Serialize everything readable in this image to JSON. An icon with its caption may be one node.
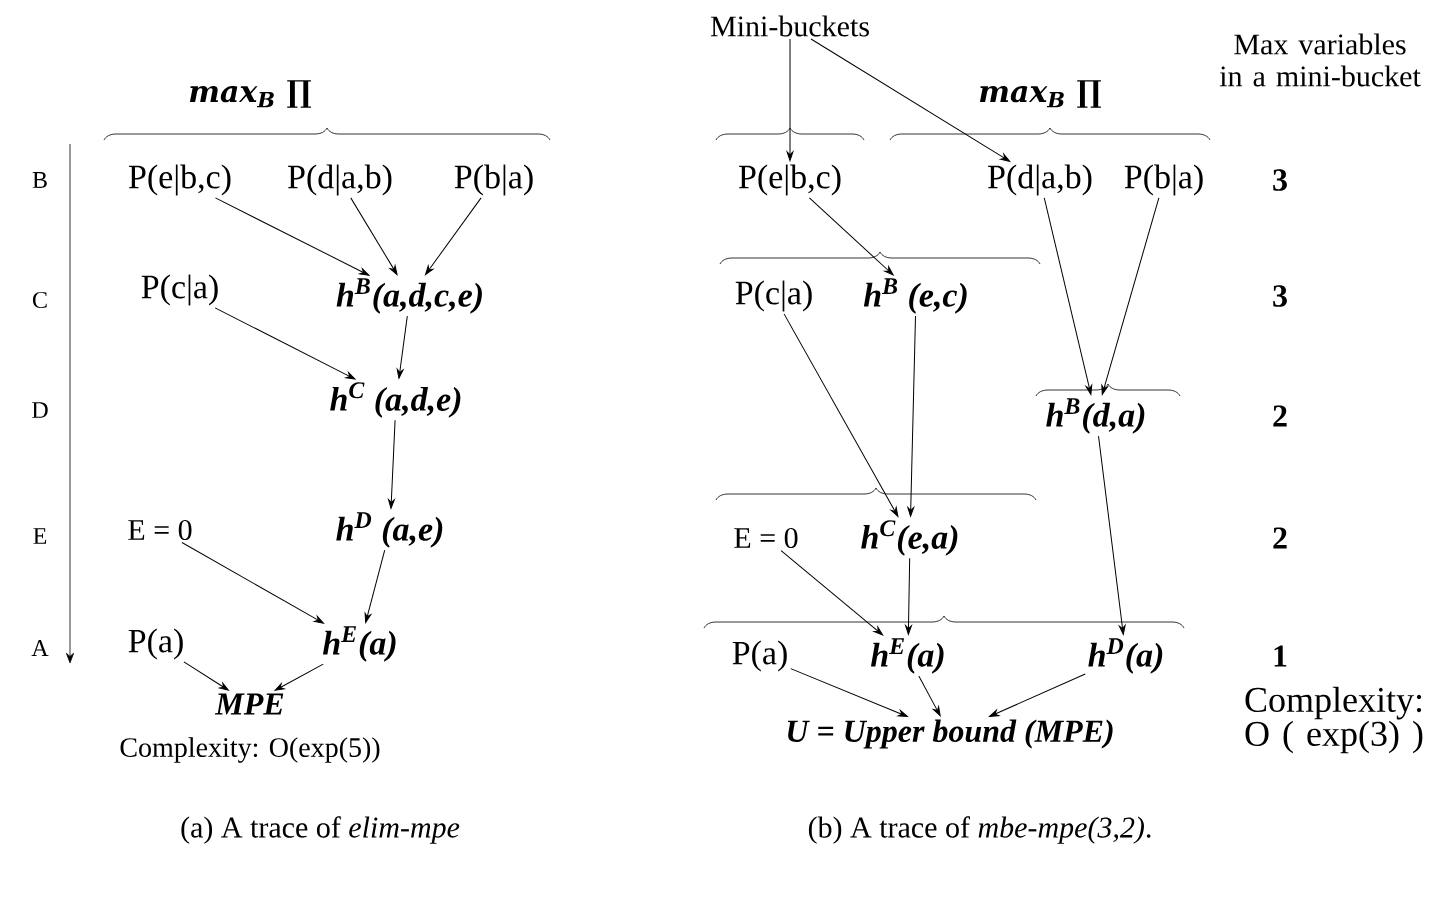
{
  "diagram": {
    "nodes": [
      {
        "text": [
          "P(e|b,c)"
        ]
      },
      {
        "text": [
          "P(d|a,b)"
        ]
      },
      {
        "text": [
          "P(b|a)"
        ]
      },
      {
        "text": [
          "P(c|a)"
        ]
      },
      {
        "text": [
          "h$^{B}$(a,d,c,e)"
        ]
      },
      {
        "text": [
          "h$^{C}$ (a,d,e)"
        ]
      },
      {
        "text": [
          "E = 0"
        ]
      },
      {
        "text": [
          "h$^{D}$ (a,e)"
        ]
      },
      {
        "text": [
          "P(a)"
        ]
      },
      {
        "text": [
          "h$^{E}$(a)"
        ]
      },
      {
        "text": [
          "MPE"
        ]
      },
      {
        "text": [
          "Mini-buckets"
        ]
      },
      {
        "text": [
          "P(e|b,c)"
        ]
      },
      {
        "text": [
          "P(d|a,b)"
        ]
      },
      {
        "text": [
          "P(b|a)"
        ]
      },
      {
        "text": [
          "P(c|a)"
        ]
      },
      {
        "text": [
          "h$^{B}$ (e,c)"
        ]
      },
      {
        "text": [
          "h$^{B}$(d,a)"
        ]
      },
      {
        "text": [
          "E = 0"
        ]
      },
      {
        "text": [
          "h$^{C}$(e,a)"
        ]
      },
      {
        "text": [
          "P(a)"
        ]
      },
      {
        "text": [
          "h$^{E}$(a)"
        ]
      },
      {
        "text": [
          "h$^{D}$(a)"
        ]
      },
      {
        "text": [
          "U = Upper bound (MPE)"
        ]
      }
    ],
    "edges": [
      {
        "from": 0,
        "to": 4,
        "arrow": "to"
      },
      {
        "from": 1,
        "to": 4,
        "arrow": "to"
      },
      {
        "from": 2,
        "to": 4,
        "arrow": "to"
      },
      {
        "from": 3,
        "to": 5,
        "arrow": "to"
      },
      {
        "from": 4,
        "to": 5,
        "arrow": "to"
      },
      {
        "from": 5,
        "to": 7,
        "arrow": "to"
      },
      {
        "from": 6,
        "to": 9,
        "arrow": "to"
      },
      {
        "from": 7,
        "to": 9,
        "arrow": "to"
      },
      {
        "from": 8,
        "to": 10,
        "arrow": "to"
      },
      {
        "from": 9,
        "to": 10,
        "arrow": "to"
      },
      {
        "from": 11,
        "to": 12,
        "arrow": "to"
      },
      {
        "from": 11,
        "to": 13,
        "arrow": "to"
      },
      {
        "from": 12,
        "to": 16,
        "arrow": "to"
      },
      {
        "from": 13,
        "to": 17,
        "arrow": "to"
      },
      {
        "from": 14,
        "to": 17,
        "arrow": "to"
      },
      {
        "from": 15,
        "to": 19,
        "arrow": "to"
      },
      {
        "from": 16,
        "to": 19,
        "arrow": "to"
      },
      {
        "from": 17,
        "to": 22,
        "arrow": "to"
      },
      {
        "from": 18,
        "to": 21,
        "arrow": "to"
      },
      {
        "from": 19,
        "to": 21,
        "arrow": "to"
      },
      {
        "from": 20,
        "to": 23,
        "arrow": "to"
      },
      {
        "from": 21,
        "to": 23,
        "arrow": "to"
      },
      {
        "from": 22,
        "to": 23,
        "arrow": "to"
      }
    ],
    "labels": [
      "max$_{B}$ ∏",
      "B",
      "C",
      "D",
      "E",
      "A",
      "Complexity: O(exp(5))",
      "(a) A trace of *elim-mpe*",
      "Max variables in a mini-bucket",
      "max$_{B}$ ∏",
      "3",
      "3",
      "2",
      "2",
      "1",
      "Complexity: O ( exp(3) )",
      "(b) A trace of *mbe-mpe(3,2)*."
    ]
  }
}
